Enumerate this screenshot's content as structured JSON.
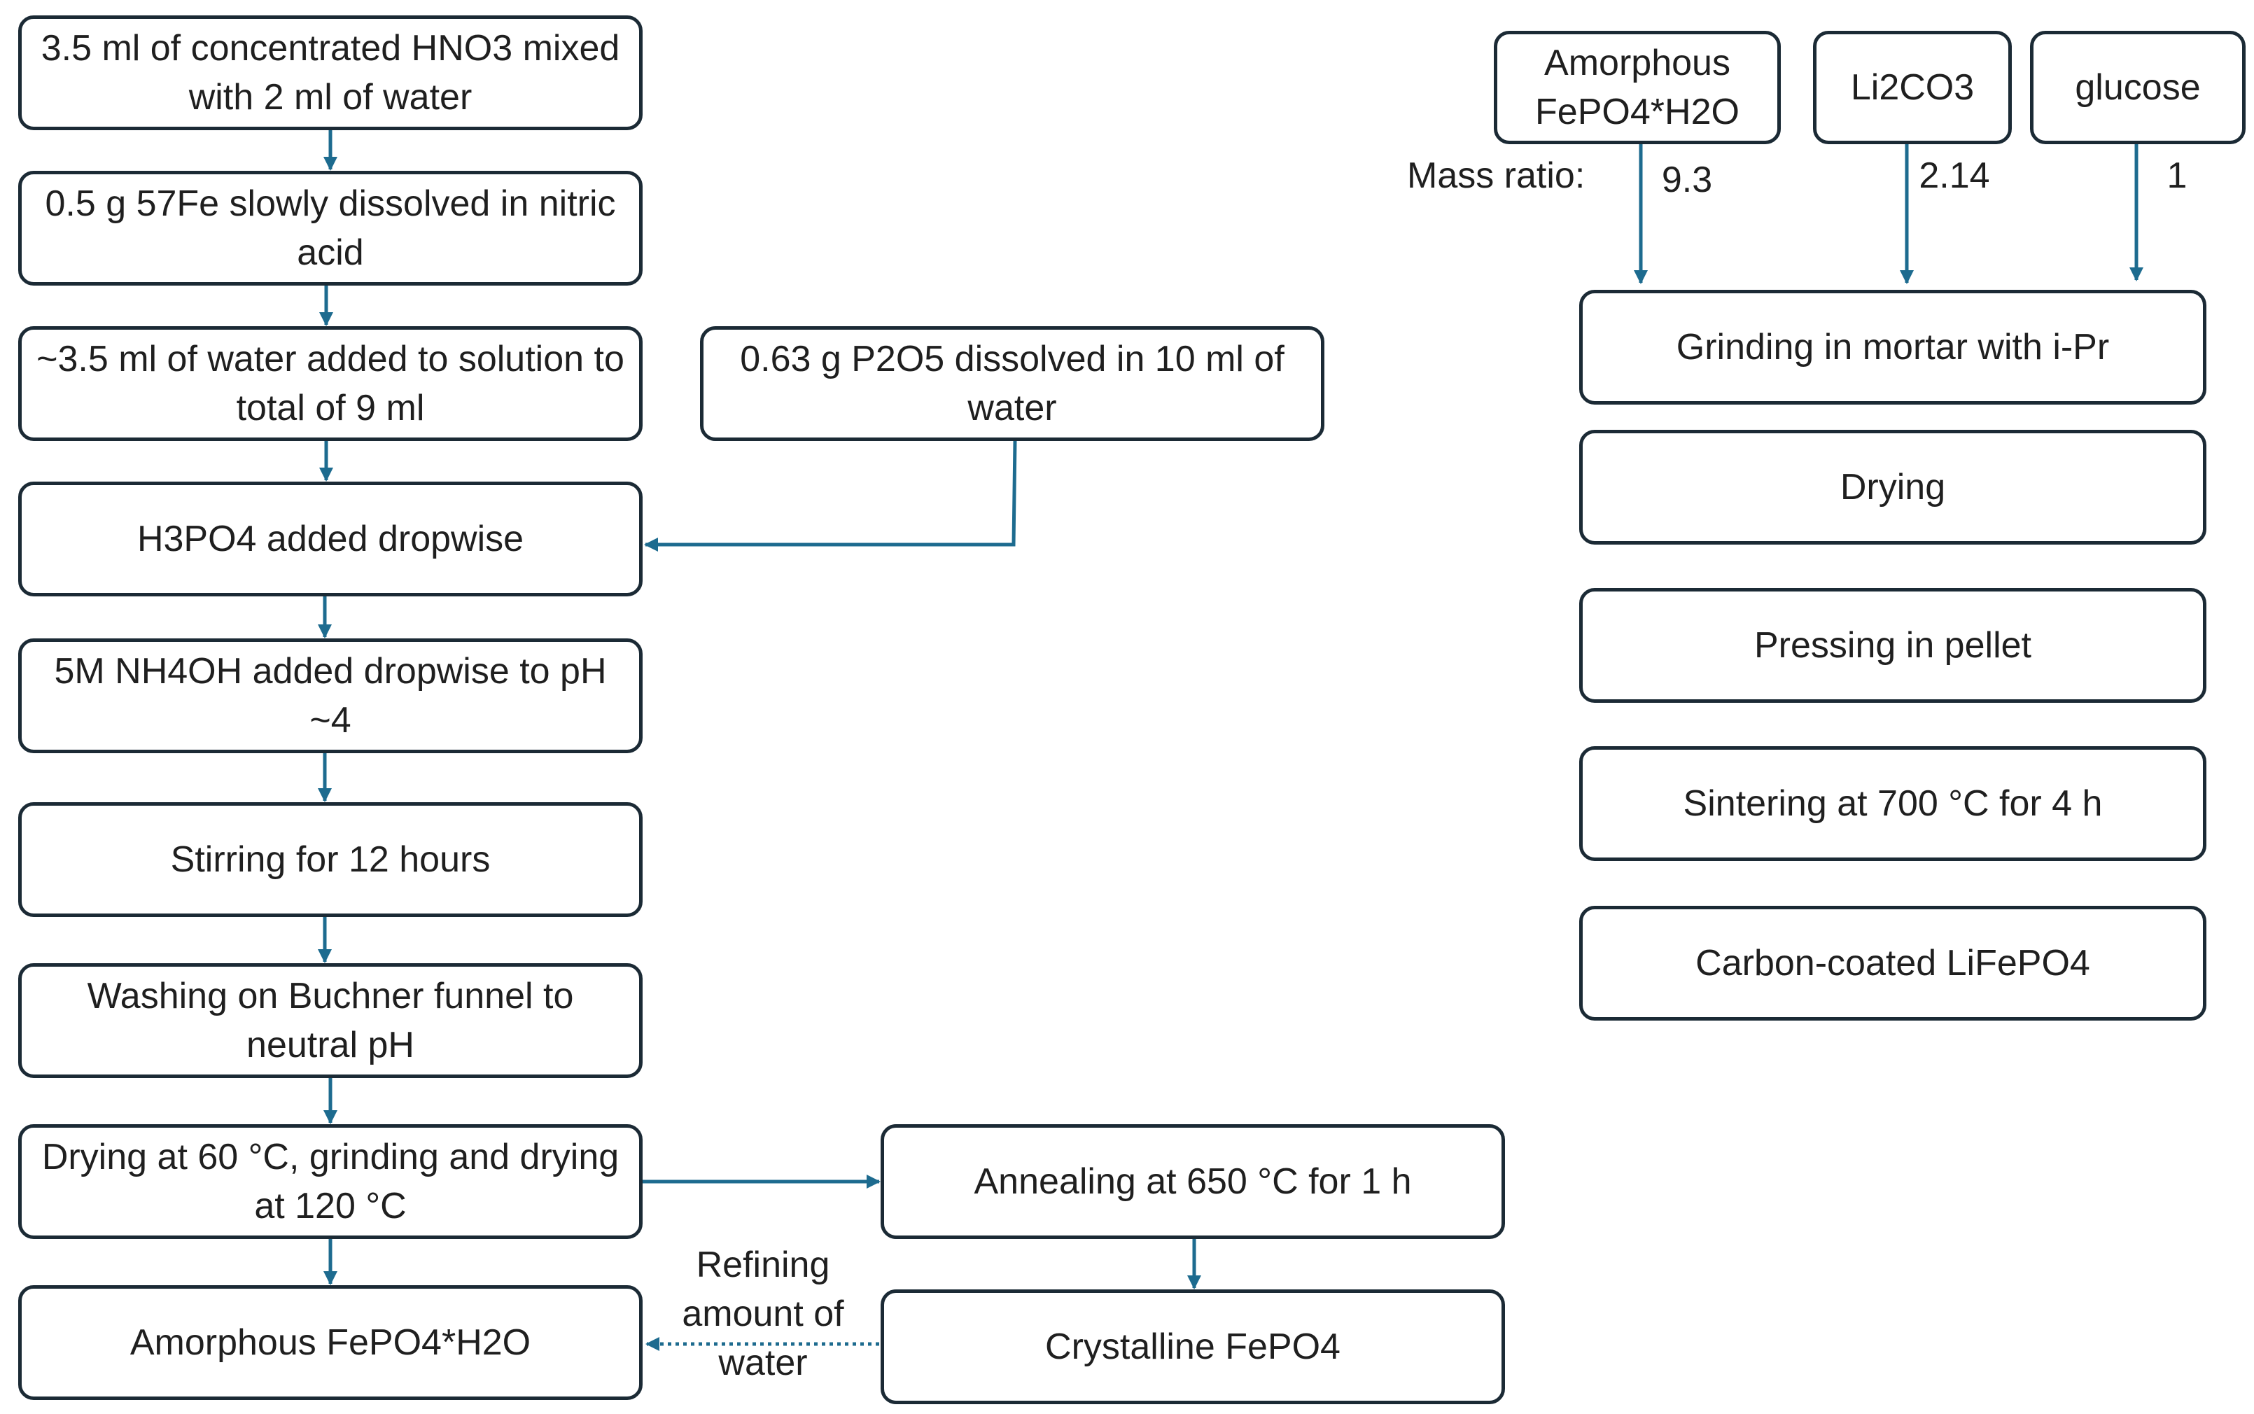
{
  "left_flow": {
    "step1": "3.5 ml of concentrated HNO3 mixed with 2 ml of water",
    "step2": "0.5 g 57Fe slowly dissolved in nitric acid",
    "step3": "~3.5 ml of water added to solution to total of 9 ml",
    "step4": "H3PO4 added dropwise",
    "step5": "5M NH4OH added dropwise to pH ~4",
    "step6": "Stirring for 12 hours",
    "step7": "Washing on Buchner funnel to neutral pH",
    "step8": "Drying at 60 °C, grinding and drying at 120 °C",
    "step9": "Amorphous FePO4*H2O"
  },
  "side_input": "0.63 g P2O5 dissolved in 10 ml of water",
  "anneal_branch": {
    "annealing": "Annealing at 650 °C for 1 h",
    "crystalline": "Crystalline FePO4",
    "refining_label": "Refining amount of water"
  },
  "right_flow": {
    "inputs": [
      "Amorphous FePO4*H2O",
      "Li2CO3",
      "glucose"
    ],
    "mass_ratio_label": "Mass ratio:",
    "ratios": [
      "9.3",
      "2.14",
      "1"
    ],
    "steps": [
      "Grinding in mortar with i-Pr",
      "Drying",
      "Pressing in pellet",
      "Sintering at 700 °C for 4 h",
      "Carbon-coated LiFePO4"
    ]
  },
  "colors": {
    "arrow": "#1d6b8f",
    "box_border": "#1b2a35",
    "text": "#1f1f1f"
  }
}
